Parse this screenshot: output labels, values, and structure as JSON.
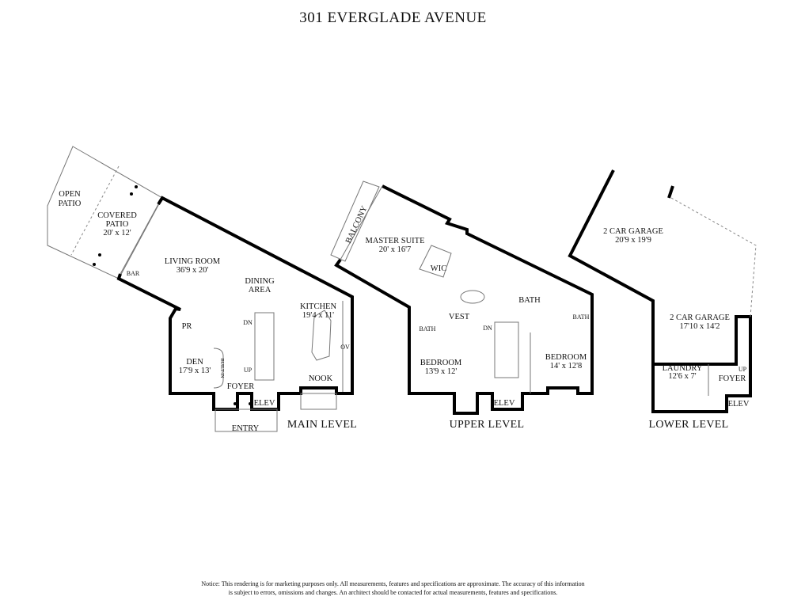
{
  "title": "301 EVERGLADE AVENUE",
  "levels": {
    "main": {
      "label": "MAIN LEVEL",
      "rooms": {
        "open_patio": [
          "OPEN",
          "PATIO"
        ],
        "covered_patio": [
          "COVERED",
          "PATIO",
          "20' x 12'"
        ],
        "bar": "BAR",
        "living_room": [
          "LIVING ROOM",
          "36'9 x 20'"
        ],
        "dining_area": [
          "DINING",
          "AREA"
        ],
        "kitchen": [
          "KITCHEN",
          "19'4 x 11'"
        ],
        "pr": "PR",
        "den": [
          "DEN",
          "17'9 x 13'"
        ],
        "built_in": "BUILT-IN",
        "foyer": "FOYER",
        "elev": "ELEV",
        "nook": "NOOK",
        "entry": "ENTRY",
        "ov": "OV",
        "dn": "DN",
        "up": "UP"
      }
    },
    "upper": {
      "label": "UPPER LEVEL",
      "rooms": {
        "balcony": "BALCONY",
        "master_suite": [
          "MASTER SUITE",
          "20' x 16'7"
        ],
        "wic": "WIC",
        "bath_master": "BATH",
        "vest": "VEST",
        "bath_left": "BATH",
        "bath_right": "BATH",
        "bedroom_left": [
          "BEDROOM",
          "13'9 x 12'"
        ],
        "bedroom_right": [
          "BEDROOM",
          "14' x 12'8"
        ],
        "dn": "DN",
        "elev": "ELEV"
      }
    },
    "lower": {
      "label": "LOWER LEVEL",
      "rooms": {
        "garage_upper": [
          "2 CAR GARAGE",
          "20'9 x 19'9"
        ],
        "garage_lower": [
          "2 CAR GARAGE",
          "17'10 x 14'2"
        ],
        "laundry": [
          "LAUNDRY",
          "12'6 x 7'"
        ],
        "foyer": "FOYER",
        "up": "UP",
        "elev": "ELEV"
      }
    }
  },
  "notice": [
    "Notice: This rendering is for marketing purposes only. All measurements, features and specifications are approximate. The accuracy of this information",
    "is subject to errors, omissions and changes. An architect should be contacted for actual measurements, features and specifications."
  ]
}
